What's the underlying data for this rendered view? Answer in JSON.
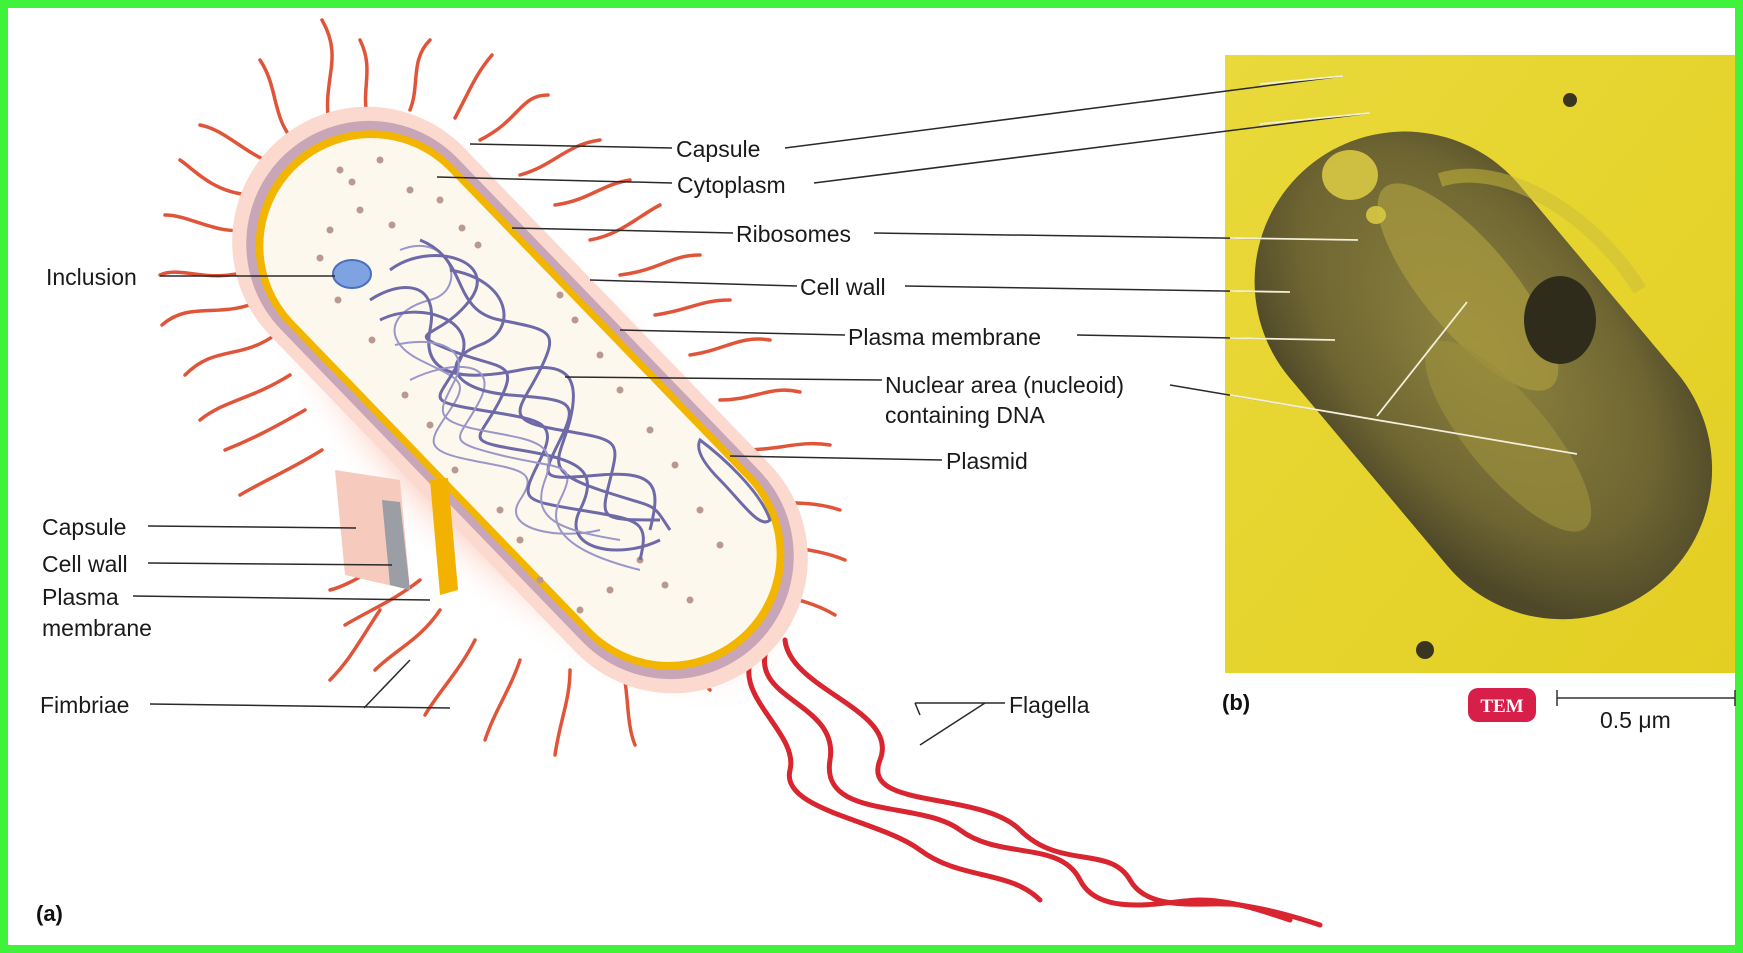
{
  "panel_a": {
    "panel_label": "(a)",
    "labels": {
      "capsule_top": "Capsule",
      "cytoplasm": "Cytoplasm",
      "ribosomes": "Ribosomes",
      "cell_wall_right": "Cell wall",
      "plasma_membrane_right": "Plasma membrane",
      "nuclear_area_line1": "Nuclear area (nucleoid)",
      "nuclear_area_line2": "containing DNA",
      "plasmid": "Plasmid",
      "inclusion": "Inclusion",
      "capsule_left": "Capsule",
      "cell_wall_left": "Cell wall",
      "plasma_membrane_left_line1": "Plasma",
      "plasma_membrane_left_line2": "membrane",
      "fimbriae": "Fimbriae",
      "flagella": "Flagella"
    }
  },
  "panel_b": {
    "panel_label": "(b)",
    "badge": "TEM",
    "scale_bar": "0.5 μm"
  },
  "colors": {
    "border": "#3ff23a",
    "capsule": "#f7c9c0",
    "cell_wall": "#c8a6b8",
    "membrane": "#f2b500",
    "cytoplasm": "#fdf8ee",
    "dna": "#6e6aa8",
    "fimbriae": "#e0553a",
    "flagella": "#d9252f",
    "tem_background": "#e8d630",
    "tem_cell": "#6b6230",
    "tem_badge": "#d81f4a"
  }
}
